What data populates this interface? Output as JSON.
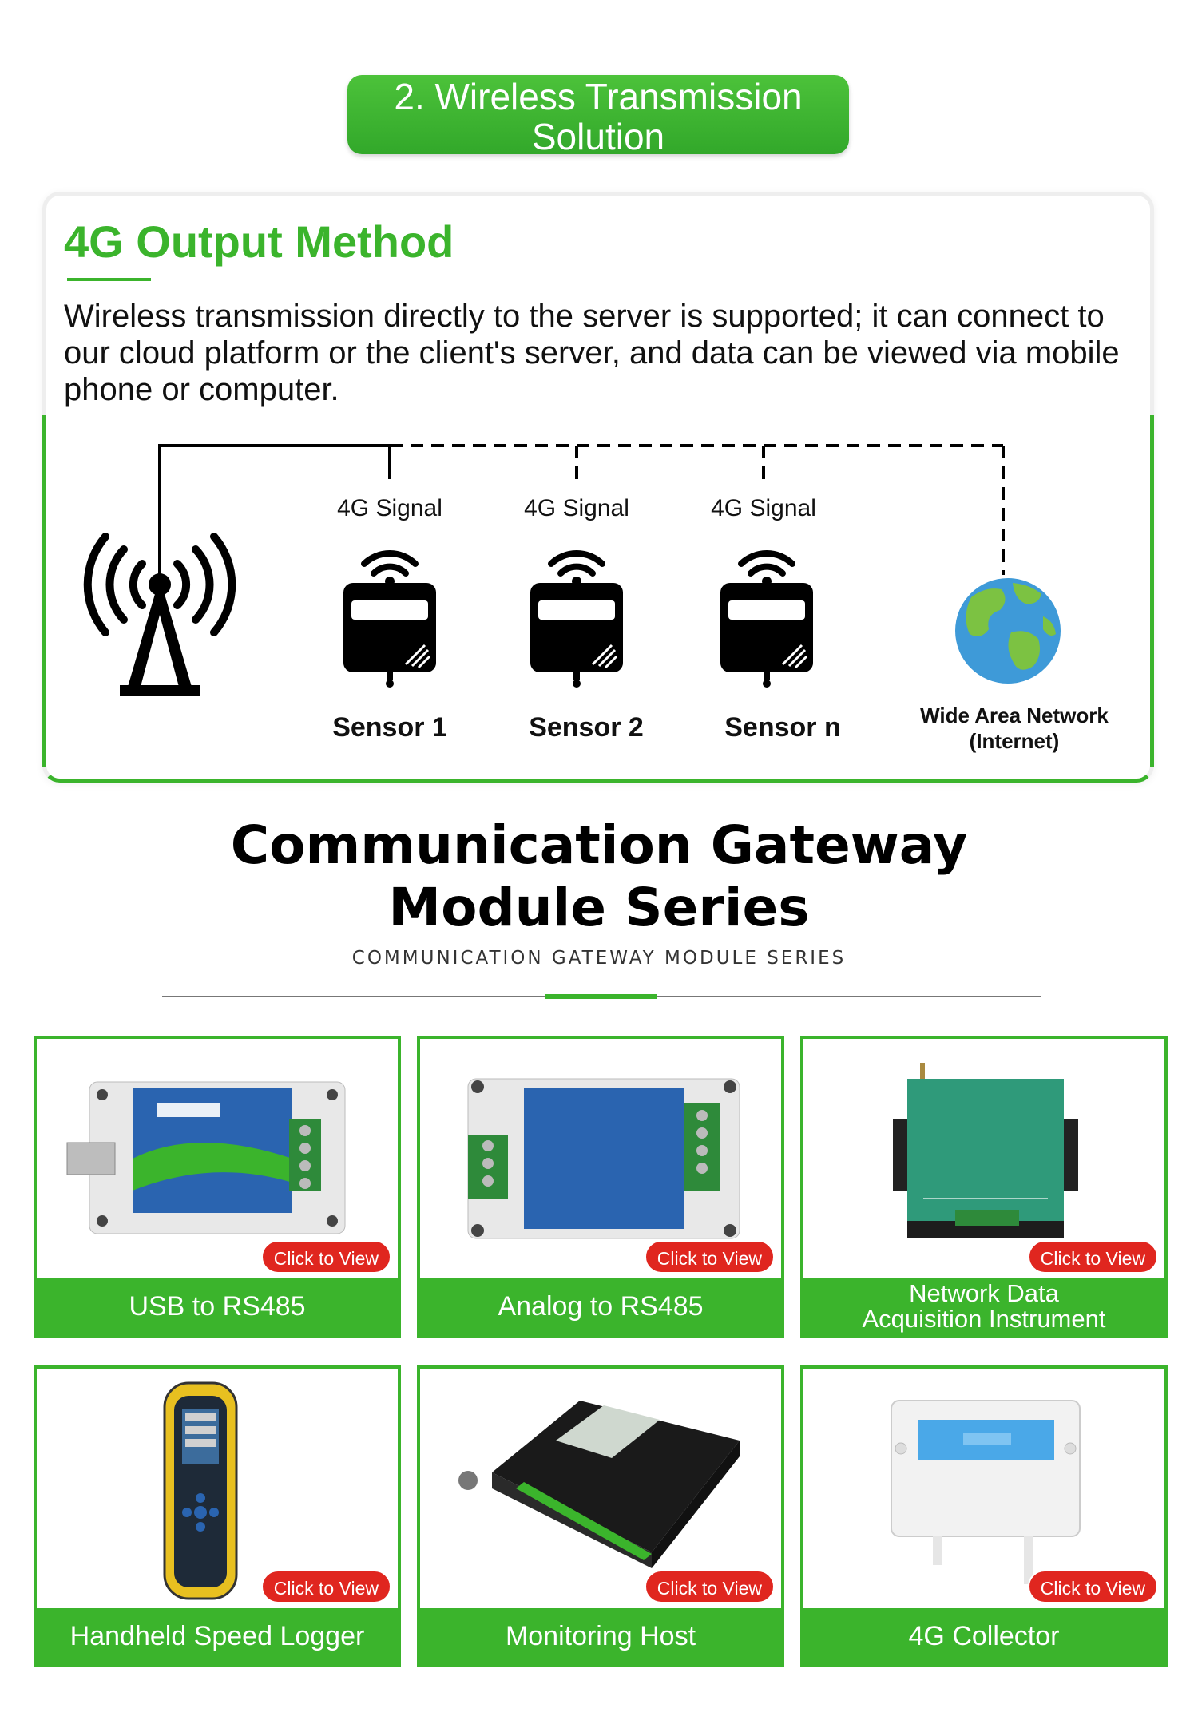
{
  "header": {
    "line1": "2. Wireless Transmission",
    "line2": "Solution"
  },
  "method": {
    "title": "4G Output Method",
    "description": "Wireless transmission directly to the server is supported; it can connect to our cloud platform or the client's server, and data can be viewed via mobile phone or computer."
  },
  "diagram": {
    "signal_label": "4G Signal",
    "sensors": [
      "Sensor 1",
      "Sensor 2",
      "Sensor n"
    ],
    "wan_line1": "Wide Area Network",
    "wan_line2": "(Internet)"
  },
  "section": {
    "title_line1": "Communication Gateway",
    "title_line2": "Module Series",
    "subtitle": "COMMUNICATION GATEWAY MODULE SERIES"
  },
  "products": {
    "button_label": "Click to View",
    "items": [
      {
        "name": "USB to RS485"
      },
      {
        "name": "Analog to RS485"
      },
      {
        "name_line1": "Network Data",
        "name_line2": "Acquisition Instrument"
      },
      {
        "name": "Handheld Speed Logger"
      },
      {
        "name": "Monitoring Host"
      },
      {
        "name": "4G Collector"
      }
    ]
  },
  "colors": {
    "accent": "#3bb42c",
    "button": "#e0261f"
  }
}
